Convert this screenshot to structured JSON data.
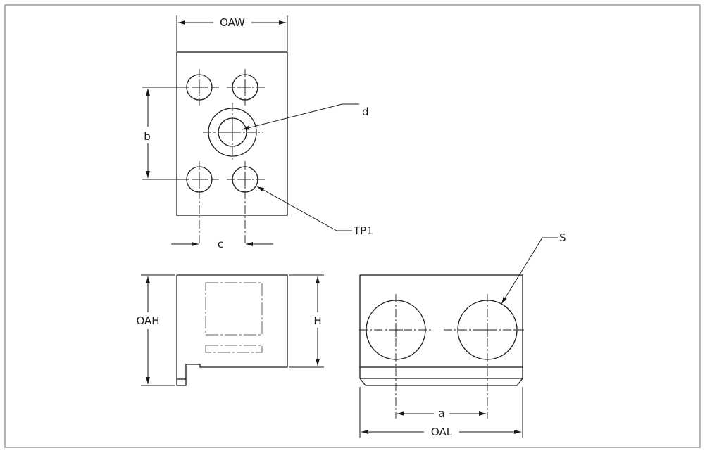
{
  "labels": {
    "oaw": "OAW",
    "b": "b",
    "c": "c",
    "d": "d",
    "tp1": "TP1",
    "oah": "OAH",
    "h": "H",
    "s": "S",
    "a": "a",
    "oal": "OAL"
  },
  "colors": {
    "line": "#1a1a1a",
    "frame": "#9a9a9a",
    "background": "#ffffff"
  }
}
